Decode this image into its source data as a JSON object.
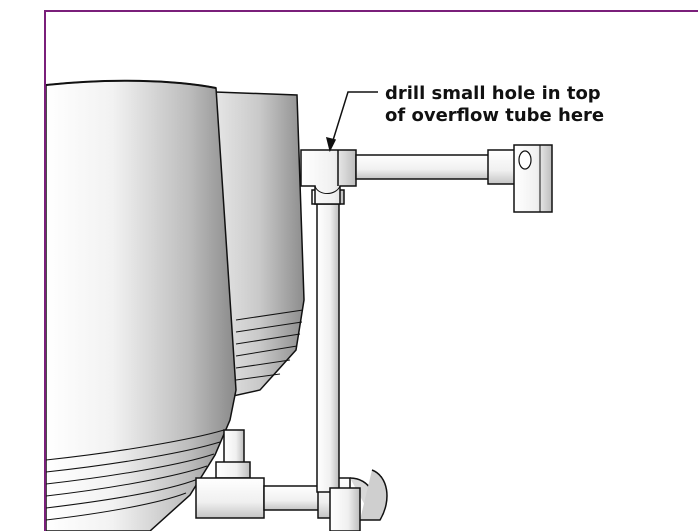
{
  "annotation": {
    "line1": "drill small hole in top",
    "line2": "of overflow tube here"
  },
  "colors": {
    "frame_border": "#7a1f7a",
    "background": "#ffffff",
    "outline": "#111111"
  },
  "illustration": {
    "objects": [
      "bucket-front",
      "bucket-back",
      "overflow-tube-vertical",
      "overflow-tube-horizontal",
      "elbow-fitting",
      "end-cap",
      "tee-fitting",
      "lower-pipe"
    ]
  }
}
